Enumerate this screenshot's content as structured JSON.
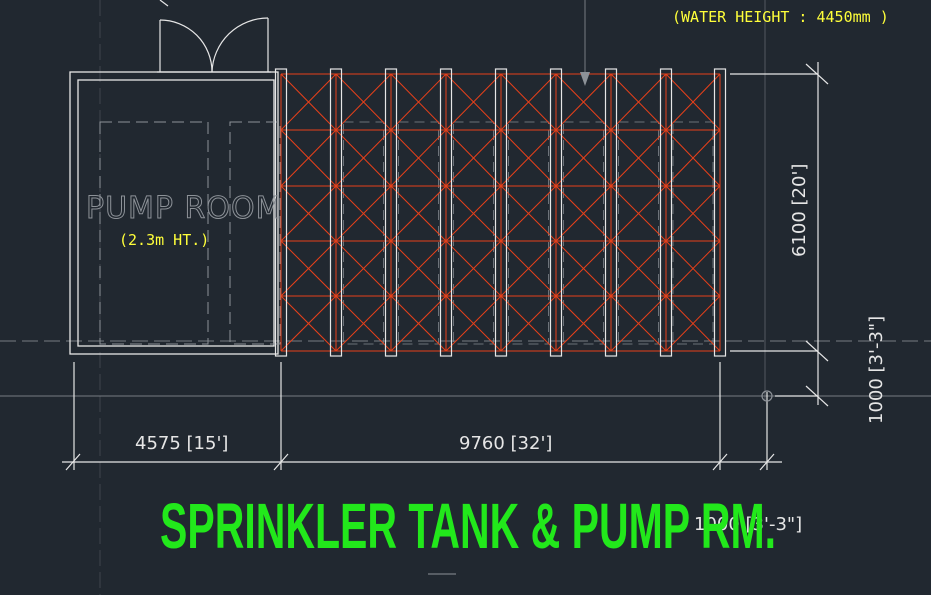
{
  "annotations": {
    "water_height": "(WATER HEIGHT : 4450mm )",
    "pump_room": "PUMP ROOM",
    "pump_room_height": "(2.3m HT.)"
  },
  "dimensions": {
    "width_pump_room": "4575 [15']",
    "width_tank": "9760 [32']",
    "tank_depth": "6100 [20']",
    "offset_right": "1000 [3'-3\"]",
    "offset_bottom": "1000 [3'-3\"]"
  },
  "title": "SPRINKLER TANK & PUMP RM.",
  "colors": {
    "background": "#212830",
    "grid_red": "#e8401a",
    "white_lines": "#e6e6e6",
    "grey_lines": "#8d9298",
    "yellow_text": "#ffff3a",
    "title_green": "#22e81b"
  }
}
